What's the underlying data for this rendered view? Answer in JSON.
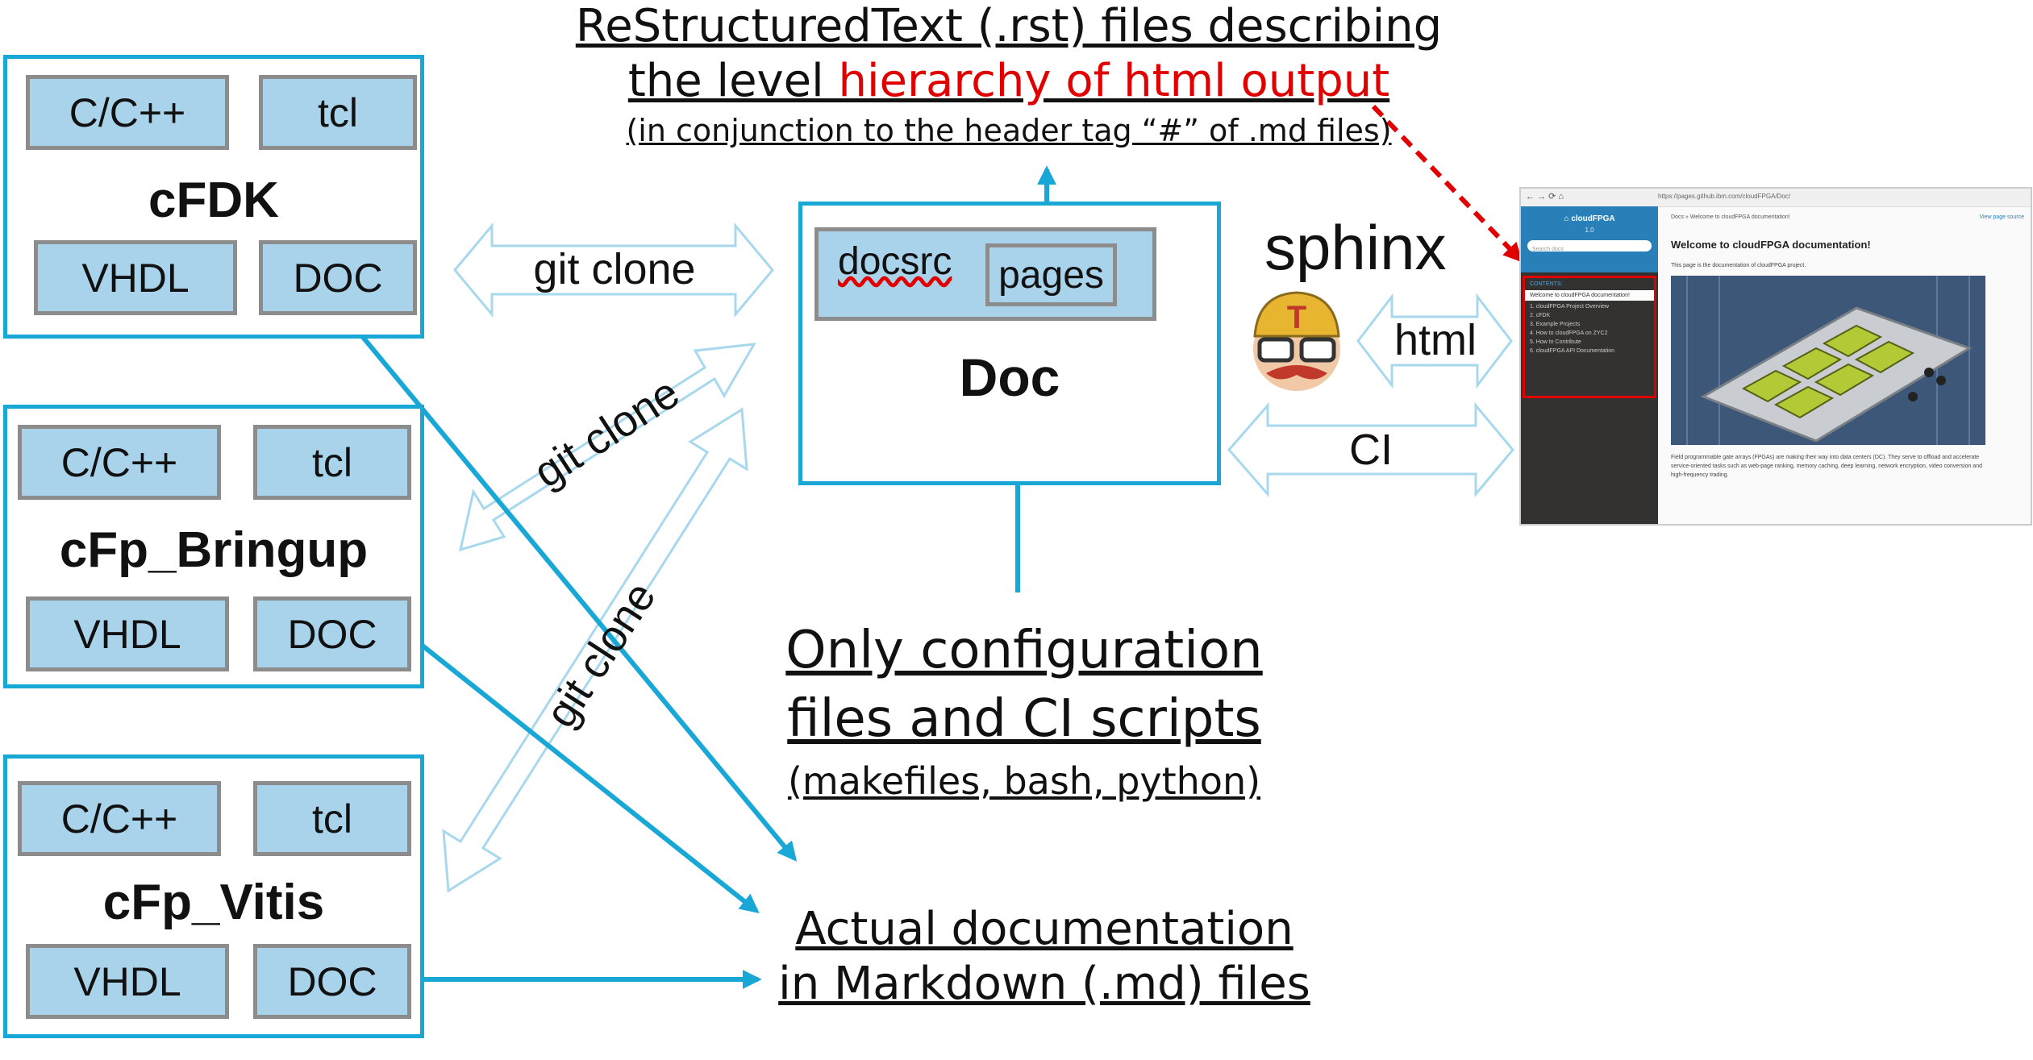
{
  "repos": [
    {
      "name": "cFDK",
      "modules": [
        "C/C++",
        "tcl",
        "VHDL",
        "DOC"
      ]
    },
    {
      "name": "cFp_Bringup",
      "modules": [
        "C/C++",
        "tcl",
        "VHDL",
        "DOC"
      ]
    },
    {
      "name": "cFp_Vitis",
      "modules": [
        "C/C++",
        "tcl",
        "VHDL",
        "DOC"
      ]
    }
  ],
  "doc": {
    "title": "Doc",
    "docsrc": "docsrc",
    "pages": "pages"
  },
  "arrows": {
    "git_clone": "git clone",
    "html": "html",
    "ci": "CI"
  },
  "sphinx": "sphinx",
  "rst_note": {
    "line1": "ReStructuredText (.rst) files describing",
    "line2_prefix": "the level ",
    "line2_highlight": "hierarchy of html output",
    "line3": "(in conjunction to the header tag “#” of .md files)"
  },
  "config_note": {
    "line1": "Only configuration",
    "line2": "files and CI scripts",
    "line3": "(makefiles, bash, python)"
  },
  "md_note": {
    "line1": "Actual documentation",
    "line2": "in Markdown (.md) files"
  },
  "colors": {
    "frame": "#19a8d6",
    "module_fill": "#a9d3ea",
    "module_border": "#8c8c8c",
    "highlight": "#e00000",
    "outline_arrow": "#a8d8ee"
  },
  "browser": {
    "url": "https://pages.github.ibm.com/cloudFPGA/Doc/",
    "brand": "cloudFPGA",
    "version": "1.0",
    "search_placeholder": "Search docs",
    "contents_caption": "CONTENTS:",
    "nav_items": [
      "Welcome to cloudFPGA documentation!",
      "1. cloudFPGA Project Overview",
      "2. cFDK",
      "3. Example Projects",
      "4. How to cloudFPGA on ZYC2",
      "5. How to Contribute",
      "6. cloudFPGA API Documentation"
    ],
    "breadcrumb": "Docs » Welcome to cloudFPGA documentation!",
    "view_source": "View page source",
    "heading": "Welcome to cloudFPGA documentation!",
    "intro": "This page is the documentation of cloudFPGA project.",
    "body": "Field programmable gate arrays (FPGAs) are making their way into data centers (DC). They serve to offload and accelerate service-oriented tasks such as web-page ranking, memory caching, deep learning, network encryption, video conversion and high-frequency trading."
  }
}
